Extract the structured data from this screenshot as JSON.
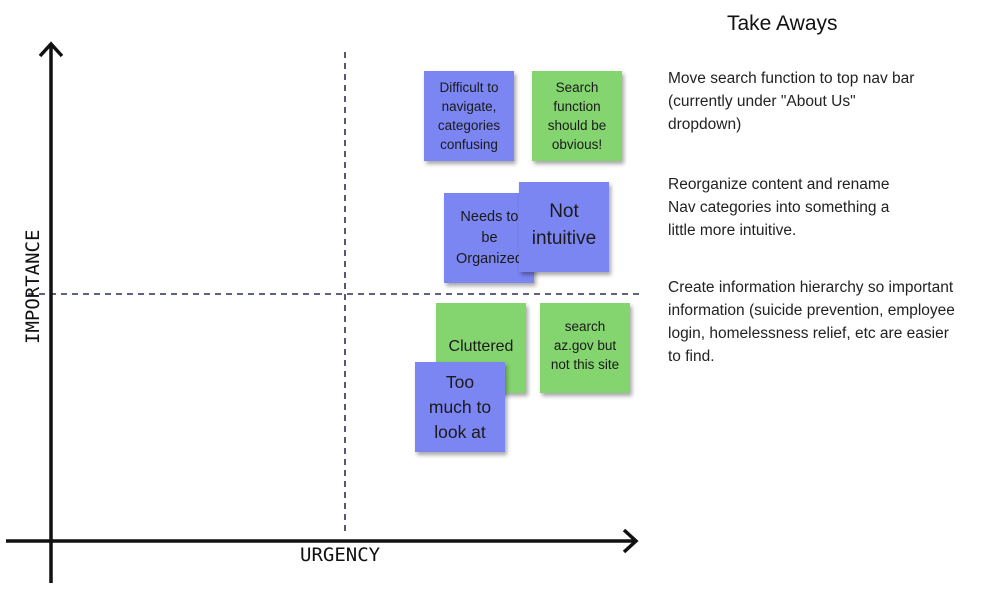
{
  "axes": {
    "y_label": "IMPORTANCE",
    "x_label": "URGENCY"
  },
  "notes": {
    "difficult": {
      "text": "Difficult to\nnavigate,\ncategories\nconfusing",
      "color": "#7c86f2"
    },
    "search_obvious": {
      "text": "Search\nfunction\nshould be\nobvious!",
      "color": "#84d46f"
    },
    "needs_organized": {
      "text": "Needs to\nbe\nOrganized",
      "color": "#7c86f2"
    },
    "not_intuitive": {
      "text": "Not\nintuitive",
      "color": "#7c86f2"
    },
    "cluttered": {
      "text": "Cluttered",
      "color": "#84d46f"
    },
    "search_az": {
      "text": "search\naz.gov but\nnot this site",
      "color": "#84d46f"
    },
    "too_much": {
      "text": "Too\nmuch to\nlook at",
      "color": "#7c86f2"
    }
  },
  "takeaways": {
    "title": "Take Aways",
    "items": [
      "Move search function to top nav bar\n(currently under \"About Us\"\ndropdown)",
      "Reorganize  content and rename\nNav categories into something a\nlittle more intuitive.",
      "Create information hierarchy so important\ninformation (suicide prevention, employee\nlogin, homelessness relief, etc are easier\nto find."
    ]
  }
}
